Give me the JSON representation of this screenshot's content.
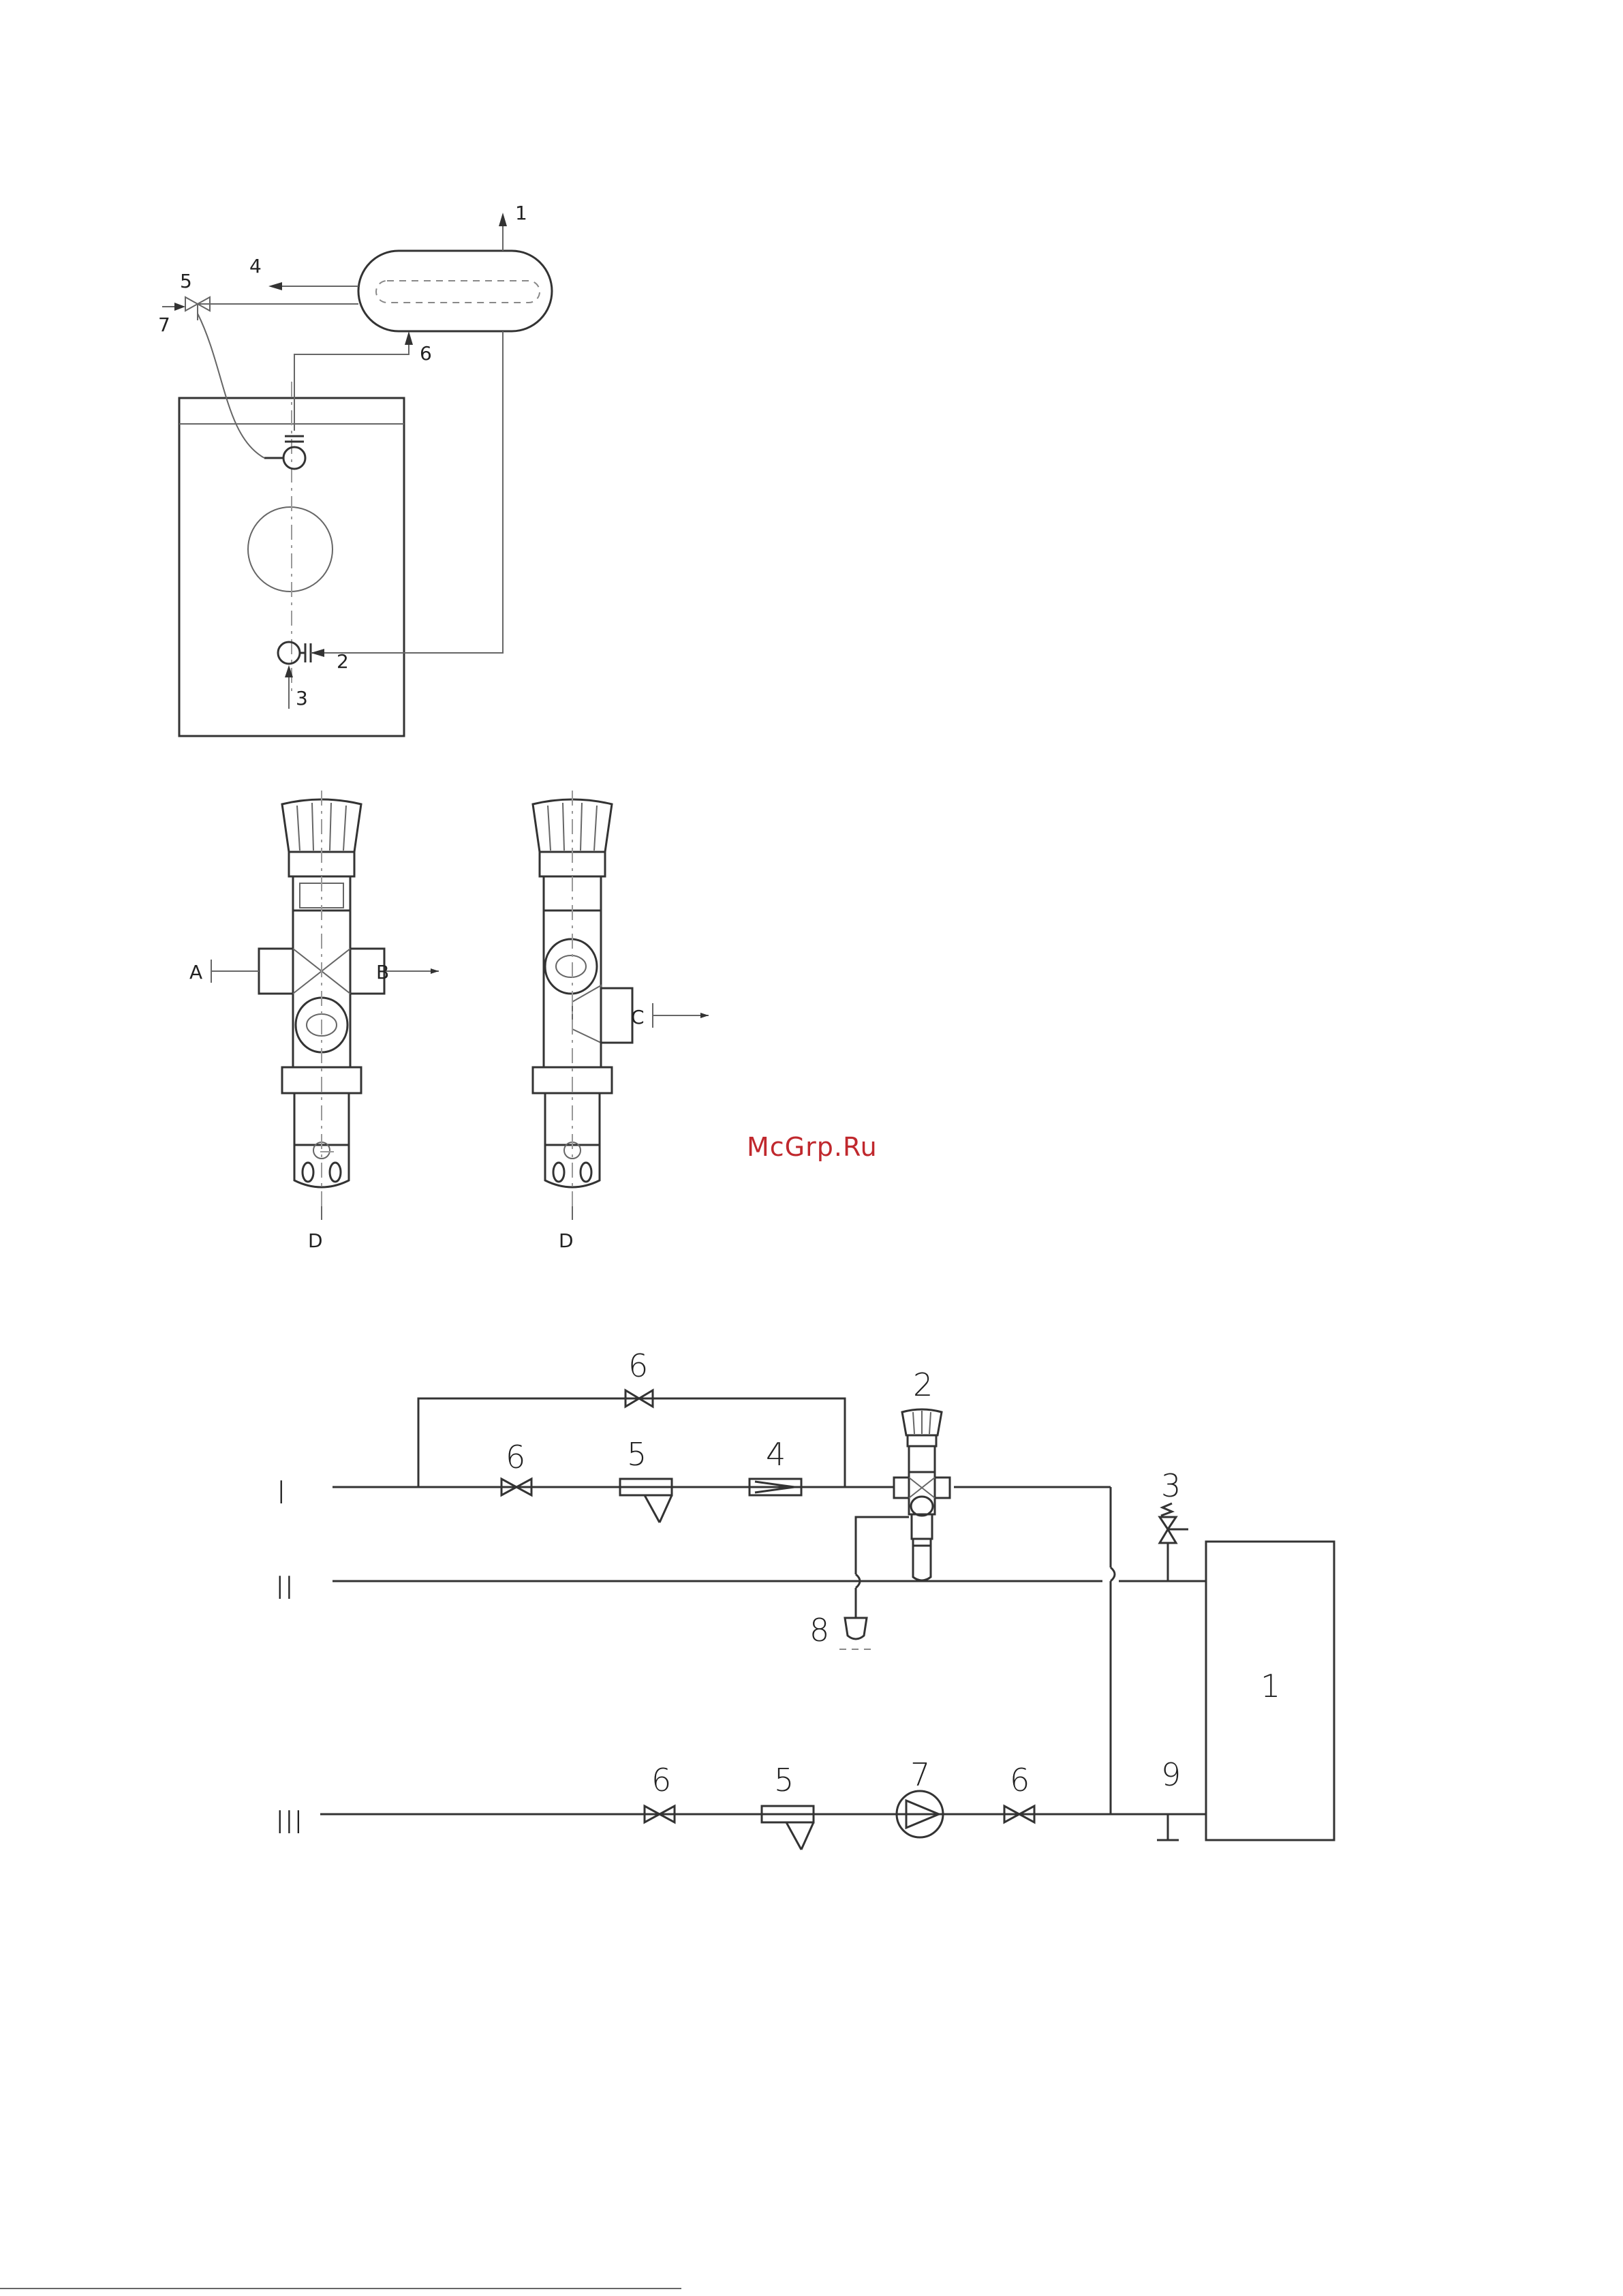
{
  "diagram1": {
    "labels": {
      "l1": "1",
      "l2": "2",
      "l3": "3",
      "l4": "4",
      "l5": "5",
      "l6": "6",
      "l7": "7"
    }
  },
  "diagram2": {
    "labels": {
      "a": "A",
      "b": "B",
      "c": "C",
      "d_left": "D",
      "d_right": "D"
    }
  },
  "watermark": "McGrp.Ru",
  "diagram3": {
    "line_labels": {
      "line1": "I",
      "line2": "II",
      "line3": "III"
    },
    "labels": {
      "bypass_valve": "6",
      "mixer": "2",
      "valve_upper": "6",
      "filter_upper": "5",
      "check_valve": "4",
      "safety_valve": "3",
      "heater": "1",
      "drain": "8",
      "valve_lower_left": "6",
      "filter_lower": "5",
      "pump": "7",
      "valve_lower_right": "6",
      "tap": "9"
    }
  }
}
